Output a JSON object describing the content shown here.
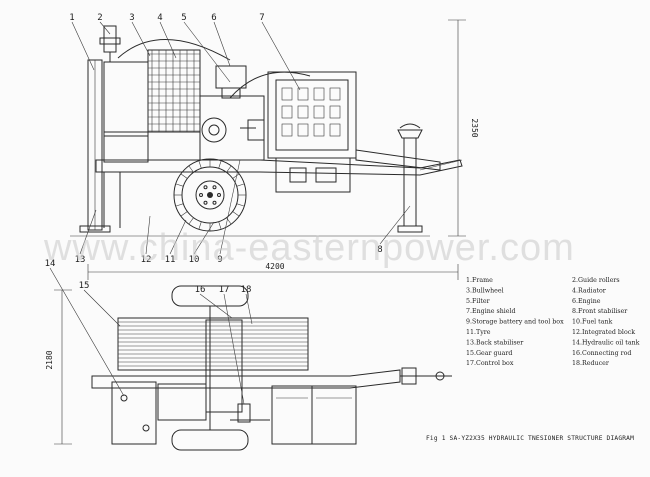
{
  "watermark": "www.china-easternpower.com",
  "dimensions": {
    "height_side": "2350",
    "length": "4200",
    "width_plan": "2180"
  },
  "callouts_top": [
    "1",
    "2",
    "3",
    "4",
    "5",
    "6",
    "7"
  ],
  "callouts_bottom": [
    "13",
    "12",
    "11",
    "10",
    "9",
    "8"
  ],
  "callouts_plan": [
    "14",
    "15",
    "16",
    "17",
    "18"
  ],
  "legend": [
    {
      "left": "1.Frame",
      "right": "2.Guide rollers"
    },
    {
      "left": "3.Bullwheel",
      "right": "4.Radiator"
    },
    {
      "left": "5.Filter",
      "right": "6.Engine"
    },
    {
      "left": "7.Engine shield",
      "right": "8.Front stabiliser"
    },
    {
      "left": "9.Storage battery and tool box",
      "right": "10.Fuel tank"
    },
    {
      "left": "11.Tyre",
      "right": "12.Integrated block"
    },
    {
      "left": "13.Back stabiliser",
      "right": "14.Hydraulic oil tank"
    },
    {
      "left": "15.Gear guard",
      "right": "16.Connecting rod"
    },
    {
      "left": "17.Control box",
      "right": "18.Reducer"
    }
  ],
  "caption": "Fig 1 SA-YZ2X35 HYDRAULIC TNESIONER STRUCTURE DIAGRAM"
}
